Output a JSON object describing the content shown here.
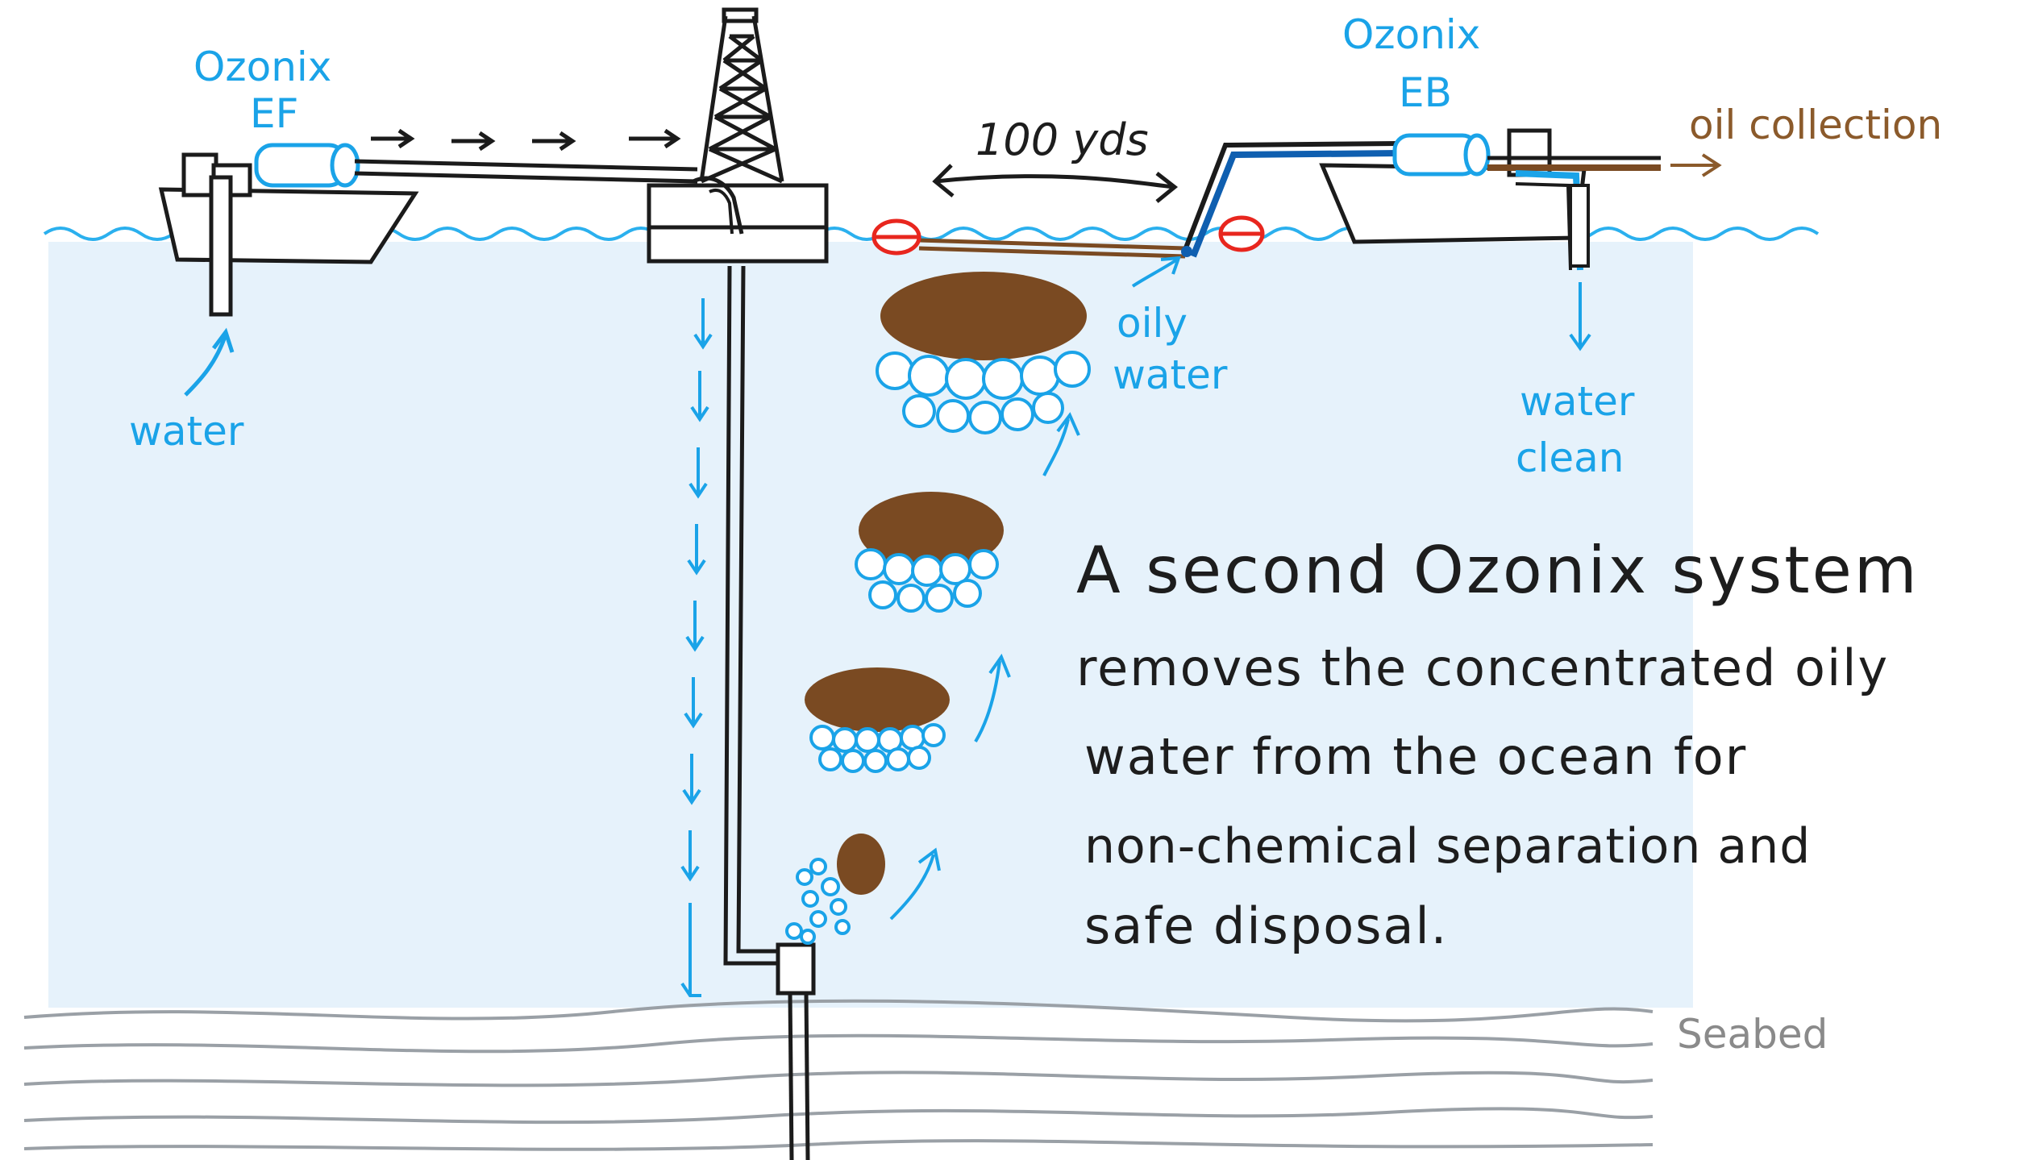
{
  "labels": {
    "ef_name": "Ozonix",
    "ef_model": "EF",
    "eb_name": "Ozonix",
    "eb_model": "EB",
    "distance": "100 yds",
    "oil_collection": "oil collection",
    "oily_water_1": "oily",
    "oily_water_2": "water",
    "water_intake": "water",
    "water_clean_1": "water",
    "water_clean_2": "clean",
    "seabed": "Seabed"
  },
  "caption": {
    "line1": "A second Ozonix system",
    "line2": "removes the concentrated oily",
    "line3": "water from the ocean for",
    "line4": "non-chemical separation and",
    "line5": "safe disposal."
  },
  "colors": {
    "water_fill": "#e6f2fb",
    "wave": "#2bb0ee",
    "blue_ink": "#1aa3e8",
    "dark_blue_pipe": "#0f5fb0",
    "oil_brown": "#7a4a22",
    "caption_ink": "#1d1d1d",
    "seabed_line": "#9aa0a6",
    "buoy_red": "#e8261e"
  },
  "icons": {
    "buoy": "buoy-icon",
    "derrick": "oil-derrick-icon",
    "boat": "boat-icon",
    "ozonix_unit": "ozonix-cylinder-icon"
  }
}
